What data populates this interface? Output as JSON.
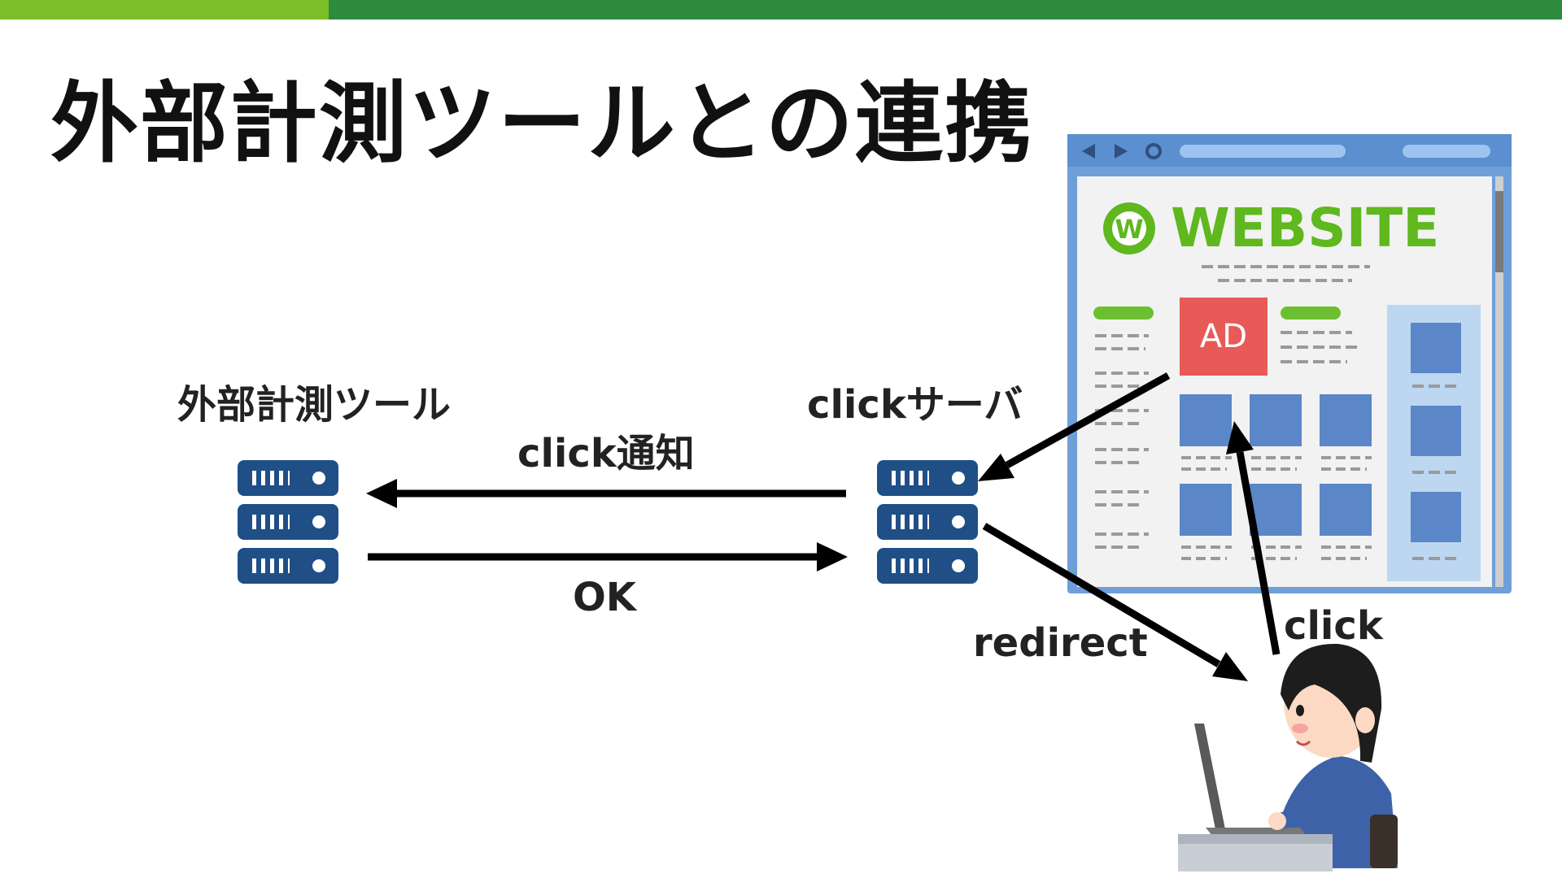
{
  "slide": {
    "title": "外部計測ツールとの連携"
  },
  "labels": {
    "external_tool": "外部計測ツール",
    "click_server": "clickサーバ",
    "click_notify": "click通知",
    "ok": "OK",
    "redirect": "redirect",
    "click": "click"
  },
  "website": {
    "logo_letter": "W",
    "title": "WEBSITE",
    "ad_label": "AD"
  },
  "colors": {
    "top_bar": "#2e8b3e",
    "top_bar_accent": "#7cbf2a",
    "server": "#1f4f86",
    "ad": "#e85a57",
    "website_green": "#5fb81e",
    "content_block": "#5b86c8"
  }
}
